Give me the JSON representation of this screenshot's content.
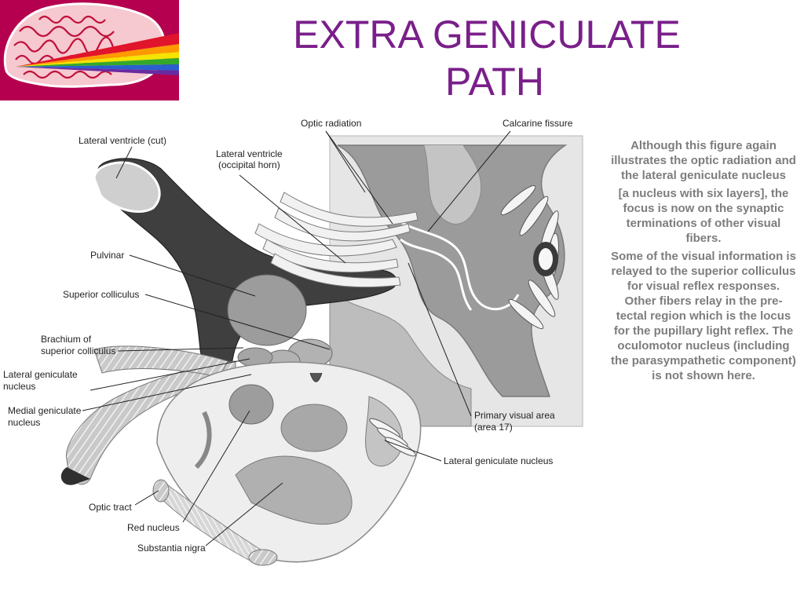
{
  "slide": {
    "title_line1": "EXTRA GENICULATE",
    "title_line2": "PATH",
    "logo_icon": "brain-icon",
    "title_color": "#7a1f8a",
    "text_color": "#7d7d7d"
  },
  "figure": {
    "labels": {
      "lateral_ventricle_cut": "Lateral ventricle (cut)",
      "lateral_ventricle_occipital_1": "Lateral ventricle",
      "lateral_ventricle_occipital_2": "(occipital horn)",
      "optic_radiation": "Optic radiation",
      "calcarine_fissure": "Calcarine fissure",
      "pulvinar": "Pulvinar",
      "superior_colliculus": "Superior colliculus",
      "brachium_1": "Brachium of",
      "brachium_2": "superior colliculus",
      "lgn_left_1": "Lateral geniculate",
      "lgn_left_2": "nucleus",
      "mgn_1": "Medial geniculate",
      "mgn_2": "nucleus",
      "primary_visual_1": "Primary visual area",
      "primary_visual_2": "(area 17)",
      "lgn_right": "Lateral geniculate nucleus",
      "optic_tract": "Optic tract",
      "red_nucleus": "Red nucleus",
      "substantia_nigra": "Substantia nigra"
    }
  },
  "body_text": {
    "p1": "Although this figure again illustrates the optic radiation and the lateral geniculate nucleus",
    "p2": "[a nucleus with six layers], the focus is now on the synaptic terminations of other visual fibers.",
    "p3": "Some of the visual information is relayed to the superior colliculus for visual reflex responses. Other fibers relay in the pre-tectal region which is the locus for the pupillary light reflex. The oculomotor nucleus (including the parasympathetic component) is not shown here."
  }
}
